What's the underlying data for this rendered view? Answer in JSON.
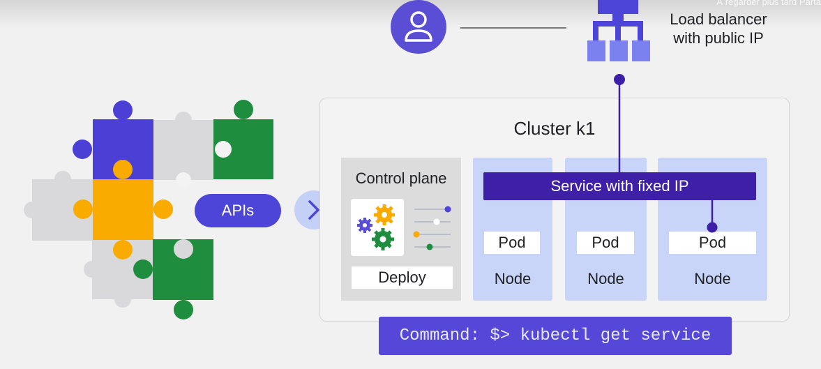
{
  "watermark": "À regarder plus tard   Parta",
  "user": {
    "icon": "user-icon"
  },
  "load_balancer": {
    "icon": "network-hierarchy-icon",
    "label_line1": "Load balancer",
    "label_line2": "with public IP"
  },
  "cluster": {
    "title": "Cluster k1"
  },
  "control_plane": {
    "title": "Control plane",
    "icon": "gears-settings-icon",
    "deploy_label": "Deploy"
  },
  "service": {
    "label": "Service with fixed IP"
  },
  "nodes": [
    {
      "pod_label": "Pod",
      "node_label": "Node"
    },
    {
      "pod_label": "Pod",
      "node_label": "Node"
    },
    {
      "pod_label": "Pod",
      "node_label": "Node"
    }
  ],
  "apis": {
    "label": "APIs",
    "icon": "puzzle-pieces-icon",
    "arrow_icon": "chevron-right-icon"
  },
  "command": {
    "text": "Command: $> kubectl get service"
  },
  "colors": {
    "primary_purple": "#4d45d8",
    "service_dark": "#3d1fa8",
    "node_blue": "#c8d4f8",
    "puzzle_yellow": "#f9ab00",
    "puzzle_green": "#1e8e3e",
    "puzzle_gray": "#dadce0"
  }
}
